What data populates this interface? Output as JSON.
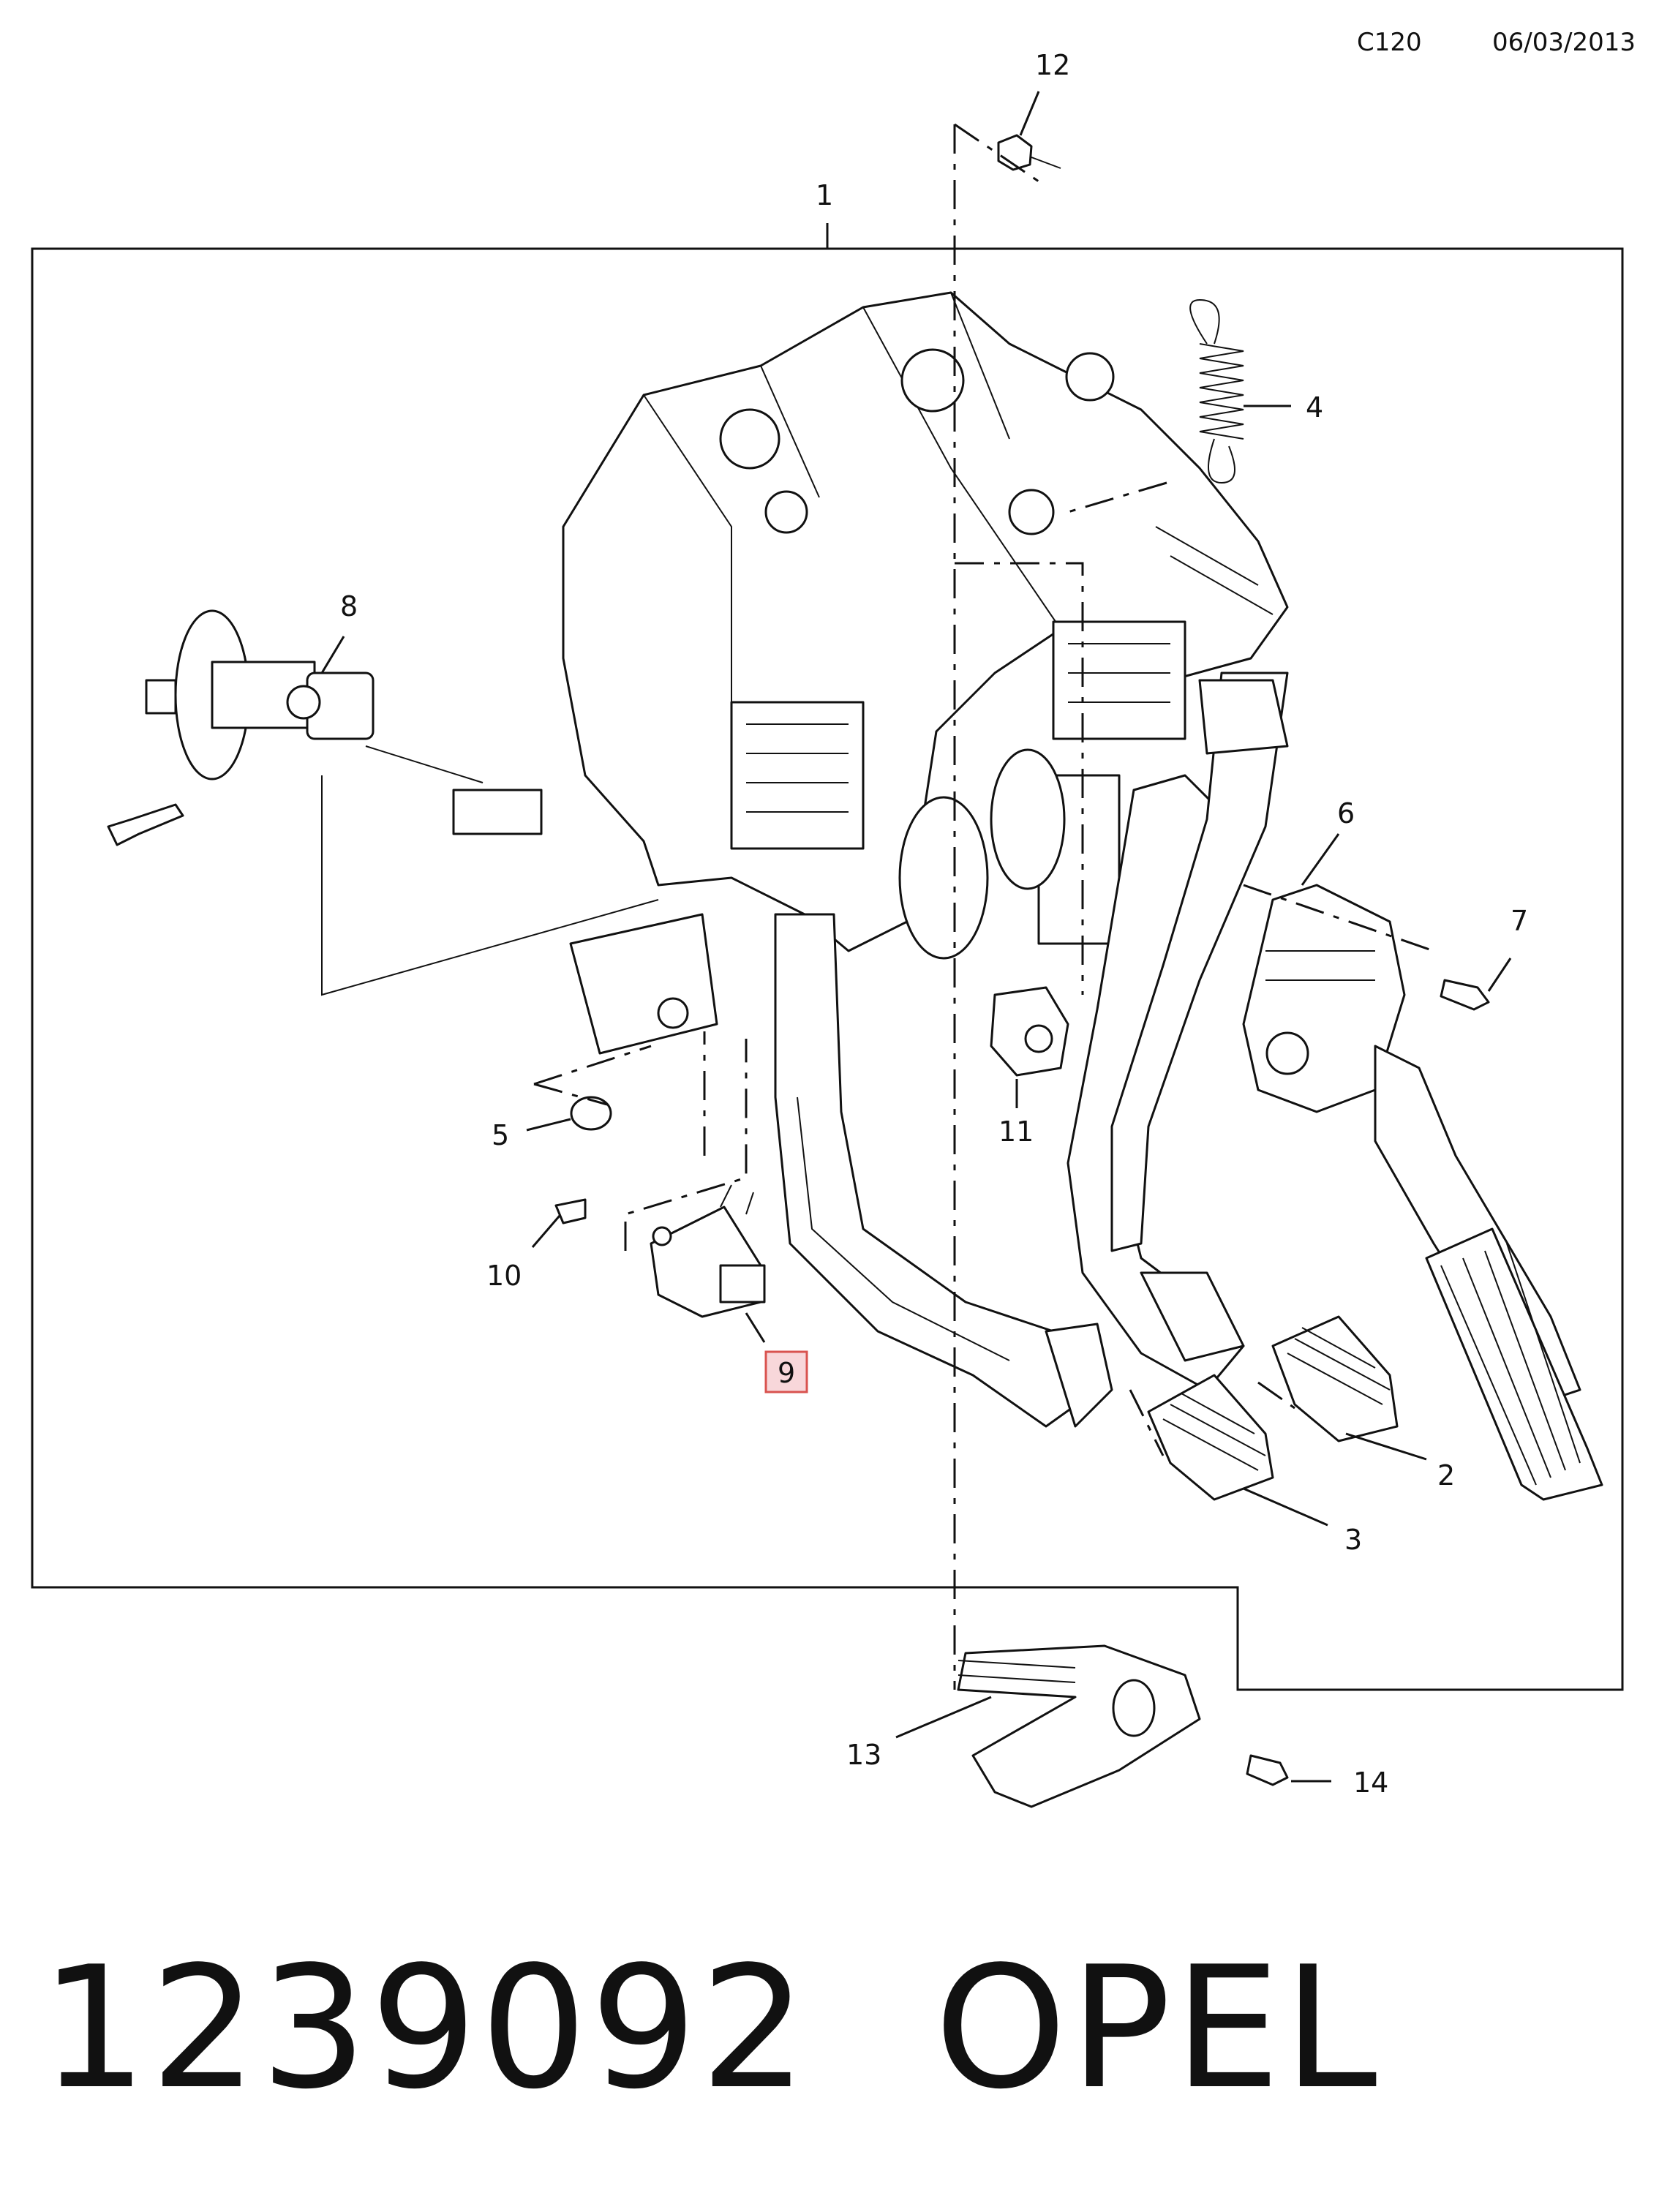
{
  "header": {
    "code": "C120",
    "date": "06/03/2013"
  },
  "callouts": [
    "1",
    "2",
    "3",
    "4",
    "5",
    "6",
    "7",
    "8",
    "9",
    "10",
    "11",
    "12",
    "13",
    "14"
  ],
  "highlighted_callout": "9",
  "colors": {
    "highlight_fill": "#f8d7da",
    "highlight_border": "#d9534f",
    "line": "#111111"
  },
  "footer": {
    "part_number": "1239092",
    "brand": "OPEL"
  }
}
